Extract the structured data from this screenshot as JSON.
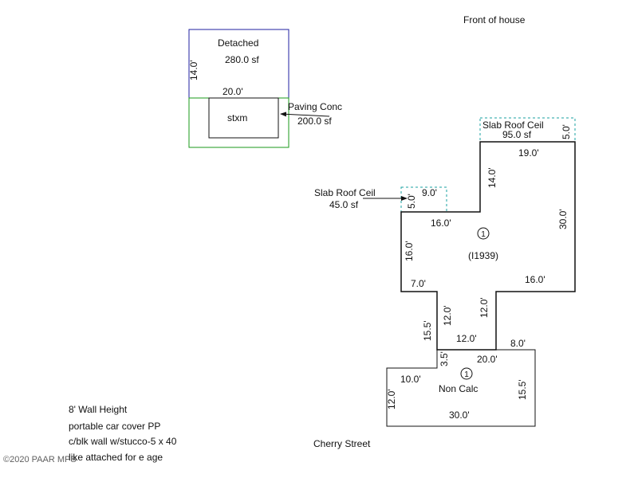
{
  "header": {
    "front_label": "Front of house"
  },
  "footer": {
    "street_label": "Cherry Street",
    "copyright": "©2020 PAAR MPS"
  },
  "notes": [
    "8' Wall Height",
    "portable car cover PP",
    "c/blk wall w/stucco-5 x 40",
    "like attached for e age"
  ],
  "colors": {
    "garage_border": "#1f1fa0",
    "paving_border": "#1a9a1a",
    "slab_border": "#1aa0a0",
    "main_outline": "#111111"
  },
  "detached": {
    "name": "Detached",
    "area": "280.0 sf",
    "dim_width": "20.0'",
    "dim_depth": "14.0'"
  },
  "paving": {
    "name": "Paving Conc",
    "area": "200.0 sf",
    "inner_label": "stxm"
  },
  "slab_top": {
    "name": "Slab Roof Ceil",
    "area": "95.0 sf",
    "dim_side": "5.0'"
  },
  "slab_left": {
    "name": "Slab Roof Ceil",
    "area": "45.0 sf",
    "dim_width": "9.0'",
    "dim_side": "5.0'"
  },
  "main_house": {
    "marker": "1",
    "year": "(I1939)",
    "dims": {
      "top": "19.0'",
      "upper_left_vertical": "14.0'",
      "right": "30.0'",
      "step": "16.0'",
      "left_vertical": "16.0'",
      "bottom_left": "7.0'",
      "bottom_right": "16.0'",
      "neck_left": "12.0'",
      "neck_right": "12.0'",
      "neck_bottom": "12.0'",
      "left_long": "15.5'"
    }
  },
  "non_calc": {
    "marker": "1",
    "label": "Non Calc",
    "dims": {
      "top": "20.0'",
      "small_step": "3.5'",
      "top_left": "10.0'",
      "right_top": "8.0'",
      "left": "12.0'",
      "right": "15.5'",
      "bottom": "30.0'"
    }
  }
}
